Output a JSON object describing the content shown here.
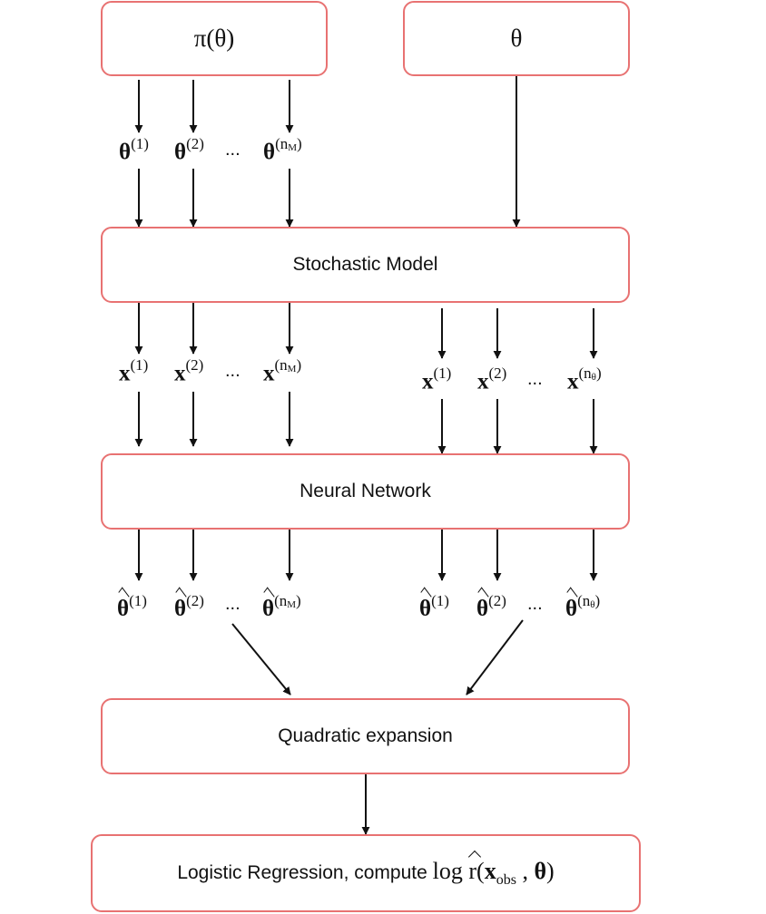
{
  "boxes": {
    "prior": "π(θ)",
    "theta": "θ",
    "stochastic_model": "Stochastic Model",
    "neural_network": "Neural Network",
    "quadratic": "Quadratic expansion",
    "logistic_prefix": "Logistic Regression, compute ",
    "logistic_formula": {
      "log": "log",
      "r": "r",
      "x": "x",
      "obs": "obs",
      "theta": "θ"
    }
  },
  "symbols": {
    "theta": "θ",
    "x": "x",
    "ellipsis": "...",
    "sup_1": "(1)",
    "sup_2": "(2)",
    "sub_M": "M",
    "sub_theta": "θ",
    "n": "n"
  },
  "colors": {
    "box_border": "#e87272",
    "arrow": "#111111"
  }
}
